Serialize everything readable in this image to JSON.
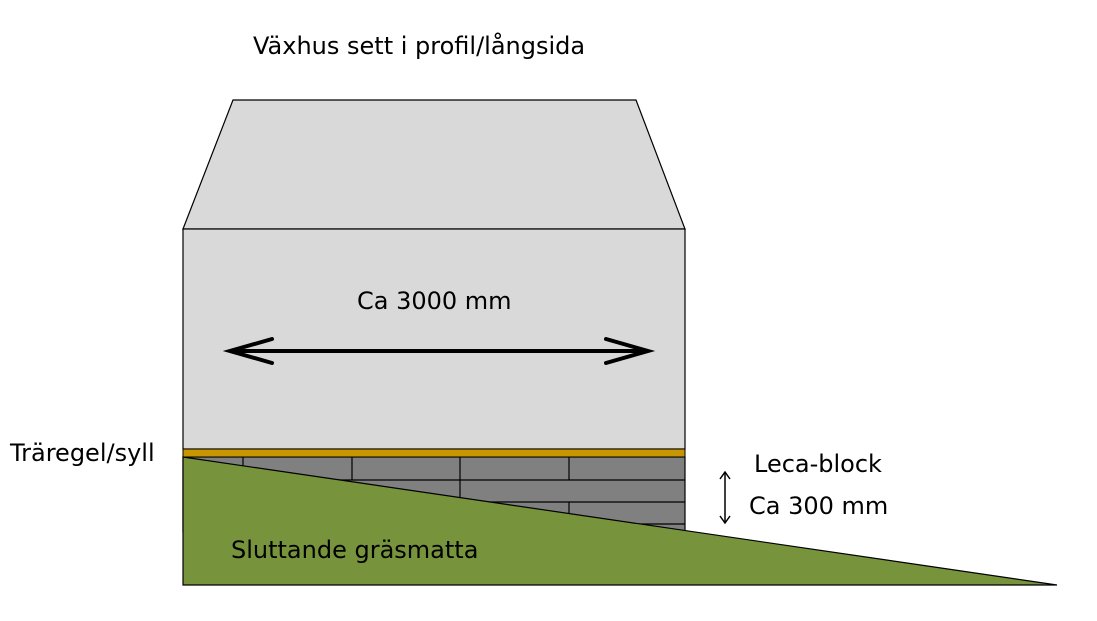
{
  "title": "Växhus sett i profil/långsida",
  "width_label": "Ca 3000 mm",
  "sill_label": "Träregel/syll",
  "block_label": "Leca-block",
  "block_height_label": "Ca 300 mm",
  "ground_label": "Sluttande gräsmatta",
  "colors": {
    "house": "#D9D9D9",
    "sill": "#C89600",
    "blocks": "#808080",
    "grass": "#77933C"
  }
}
